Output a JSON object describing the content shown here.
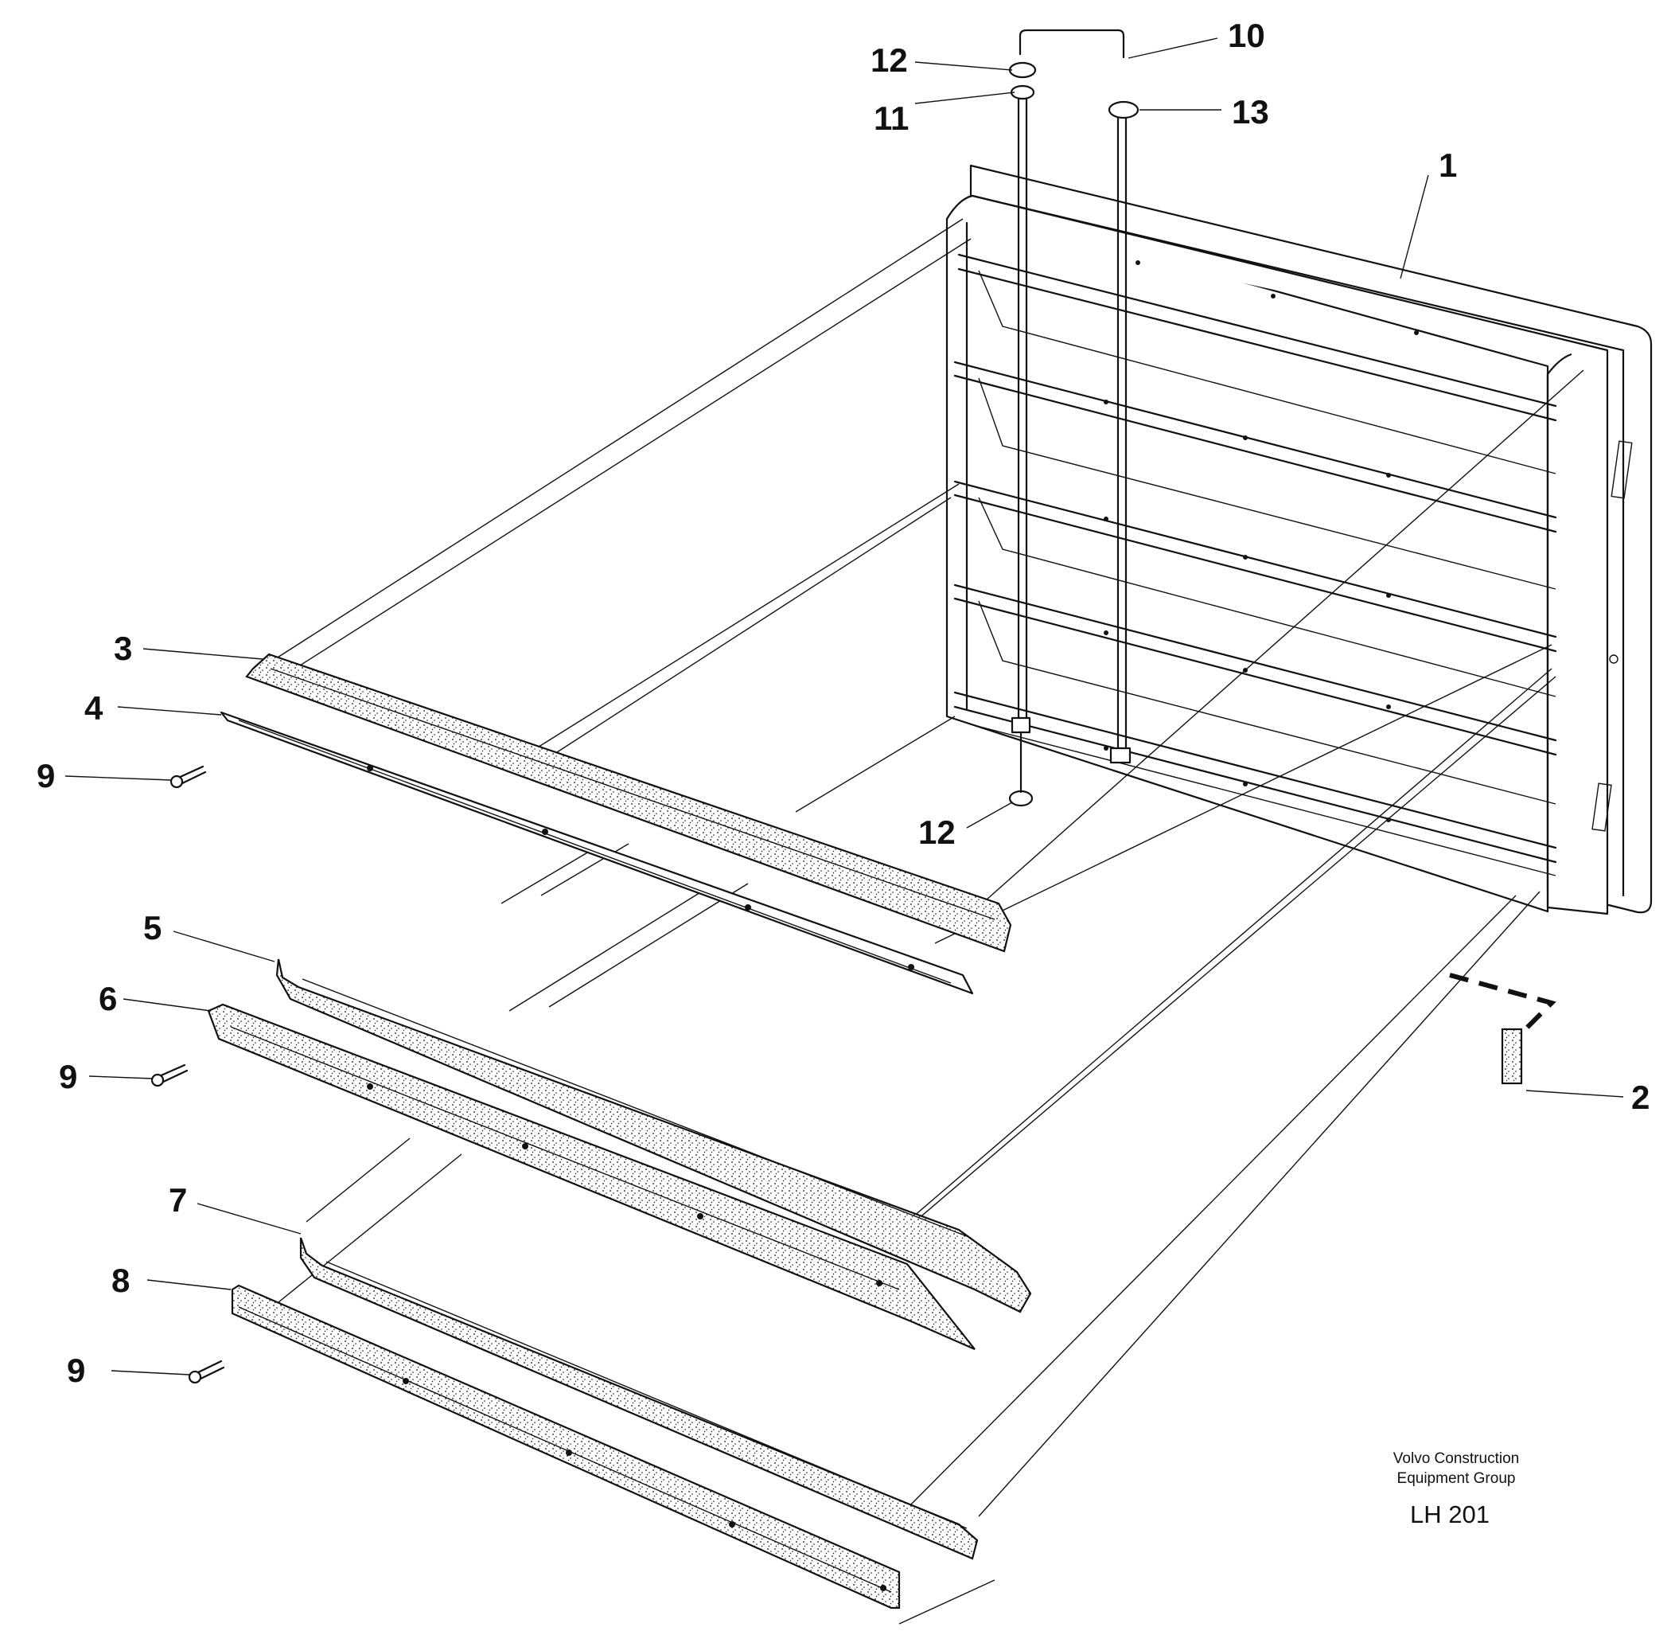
{
  "callouts": {
    "c1": "1",
    "c2": "2",
    "c3": "3",
    "c4": "4",
    "c5": "5",
    "c6": "6",
    "c7": "7",
    "c8": "8",
    "c9a": "9",
    "c9b": "9",
    "c9c": "9",
    "c10": "10",
    "c11": "11",
    "c12a": "12",
    "c12b": "12",
    "c13": "13"
  },
  "credit": {
    "line1": "Volvo Construction",
    "line2": "Equipment Group",
    "code": "LH 201"
  }
}
